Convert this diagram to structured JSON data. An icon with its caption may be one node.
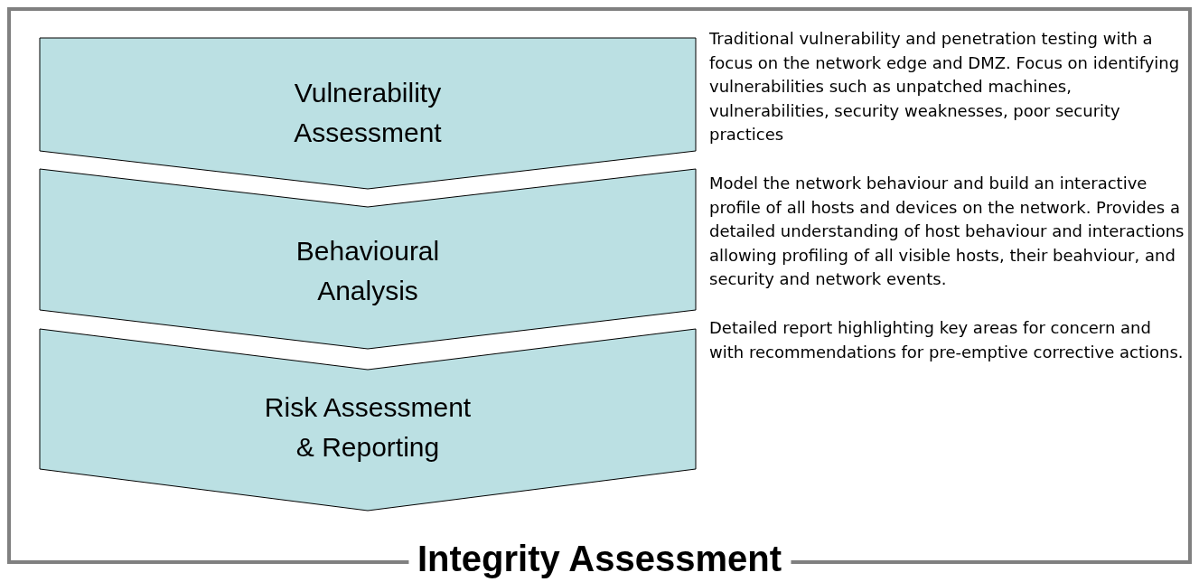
{
  "diagram": {
    "nodes": [
      {
        "text": [
          "Integrity Assessment"
        ]
      },
      {
        "text": [
          "Vulnerability Assessment"
        ],
        "in": 0,
        "beside": [
          "Traditional vulnerability and penetration testing with a focus on the network edge and DMZ. Focus on identifying vulnerabilities such as unpatched machines, vulnerabilities, security weaknesses, poor security practices"
        ]
      },
      {
        "text": [
          "Behavioural Analysis"
        ],
        "in": 0,
        "beside": [
          "Model the network behaviour and build an interactive profile of all hosts and devices on the network. Provides a detailed understanding of host behaviour and interactions allowing profiling of all visible hosts, their beahviour, and security and network events."
        ]
      },
      {
        "text": [
          "Risk Assessment & Reporting"
        ],
        "in": 0,
        "beside": [
          "Detailed report highlighting key areas for concern and with recommendations for pre-emptive corrective actions."
        ]
      }
    ]
  }
}
